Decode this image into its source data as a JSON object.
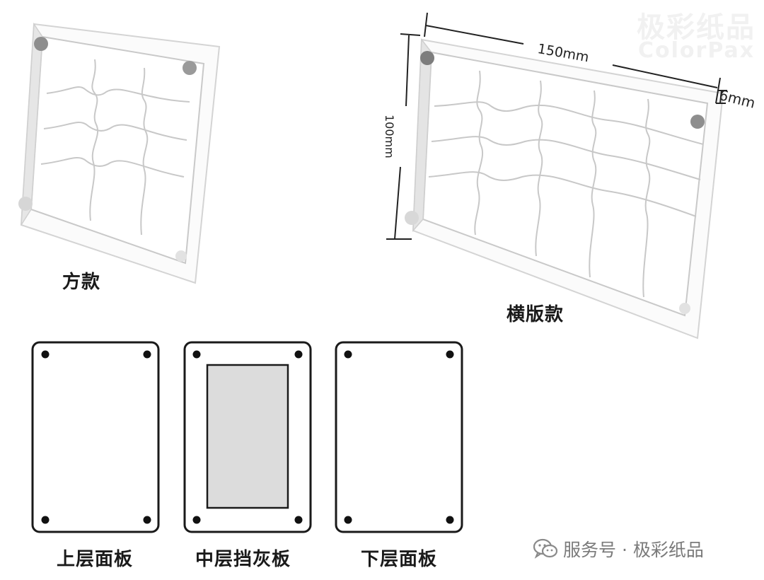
{
  "watermark": {
    "cn": "极彩纸品",
    "en": "ColorPax"
  },
  "top_left": {
    "label": "方款"
  },
  "top_right": {
    "label": "横版款",
    "dim_width": "150mm",
    "dim_height": "100mm",
    "dim_depth": "6mm"
  },
  "panels": [
    {
      "label": "上层面板",
      "has_window": false
    },
    {
      "label": "中层挡灰板",
      "has_window": true,
      "window_color": "#dcdcdc"
    },
    {
      "label": "下层面板",
      "has_window": false
    }
  ],
  "credit": {
    "text": "服务号 · 极彩纸品",
    "icon": "wechat-icon"
  }
}
